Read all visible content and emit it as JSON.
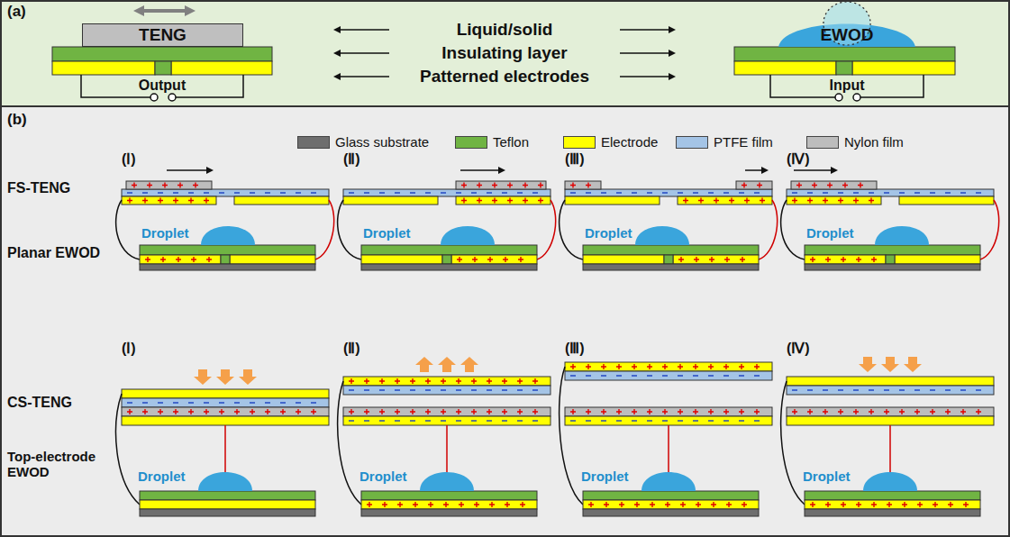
{
  "diagram": {
    "nodes": [
      {
        "text": [
          "TENG"
        ]
      },
      {
        "text": [
          "EWOD"
        ]
      }
    ],
    "labels": [
      "(a)",
      "Liquid/solid",
      "Insulating layer",
      "Patterned electrodes",
      "Output",
      "Input",
      "(b)",
      "FS-TENG",
      "Planar EWOD",
      "CS-TENG",
      "Top-electrode EWOD",
      "(Ⅰ)",
      "(Ⅱ)",
      "(Ⅲ)",
      "(Ⅳ)",
      "Droplet",
      "Droplet",
      "Droplet",
      "Droplet",
      "(Ⅰ)",
      "(Ⅱ)",
      "(Ⅲ)",
      "(Ⅳ)",
      "Droplet",
      "Droplet",
      "Droplet",
      "Droplet"
    ],
    "legend": [
      {
        "text": "Glass substrate",
        "color": "#6e6e6e"
      },
      {
        "text": "Teflon",
        "color": "#70b443"
      },
      {
        "text": "Electrode",
        "color": "#ffff00"
      },
      {
        "text": "PTFE film",
        "color": "#a4c4e6"
      },
      {
        "text": "Nylon film",
        "color": "#bdbdbd"
      }
    ]
  }
}
